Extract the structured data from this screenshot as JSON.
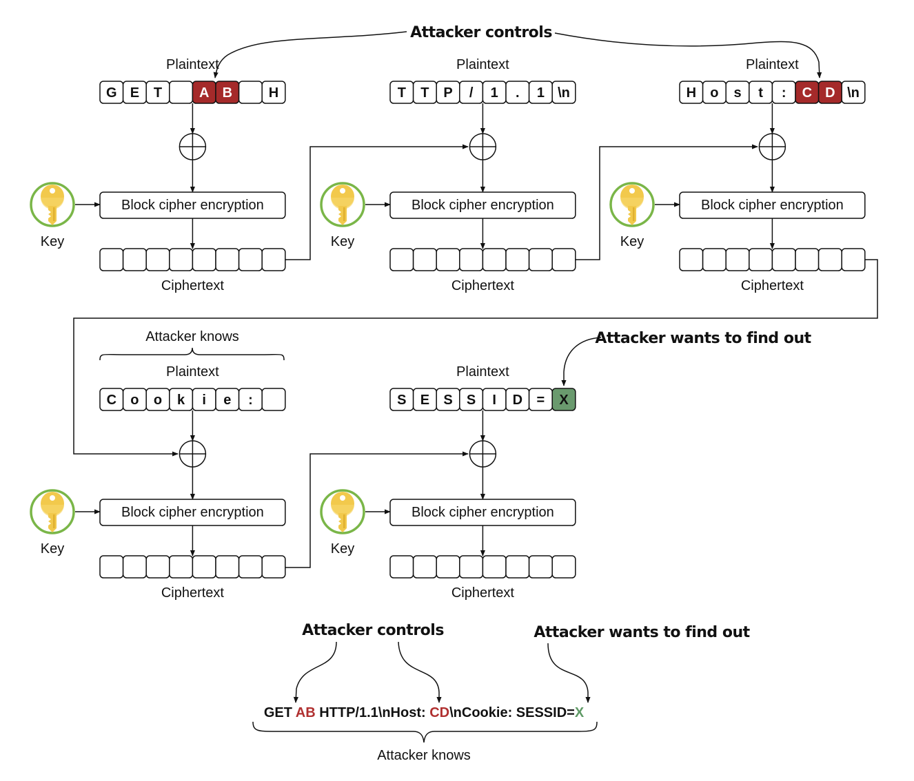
{
  "colors": {
    "controlled_fill": "#a52a2a",
    "controlled_text": "#ffffff",
    "unknown_fill": "#6a9a6e",
    "unknown_text": "#111111",
    "cell_fill": "#ffffff",
    "stroke": "#111111",
    "key_gold": "#f2c94c",
    "key_ring": "#7ab648",
    "request_red": "#b03030",
    "request_green": "#5f9a66"
  },
  "labels": {
    "plaintext": "Plaintext",
    "ciphertext": "Ciphertext",
    "block_cipher": "Block cipher encryption",
    "key": "Key",
    "attacker_controls": "Attacker controls",
    "attacker_wants": "Attacker wants to find out",
    "attacker_knows": "Attacker knows"
  },
  "blocks": [
    {
      "id": "block-1",
      "plaintext": [
        "G",
        "E",
        "T",
        "",
        "A",
        "B",
        "",
        "H"
      ],
      "states": [
        "n",
        "n",
        "n",
        "n",
        "c",
        "c",
        "n",
        "n"
      ]
    },
    {
      "id": "block-2",
      "plaintext": [
        "T",
        "T",
        "P",
        "/",
        "1",
        ".",
        "1",
        "\\n"
      ],
      "states": [
        "n",
        "n",
        "n",
        "n",
        "n",
        "n",
        "n",
        "n"
      ]
    },
    {
      "id": "block-3",
      "plaintext": [
        "H",
        "o",
        "s",
        "t",
        ":",
        "C",
        "D",
        "\\n"
      ],
      "states": [
        "n",
        "n",
        "n",
        "n",
        "n",
        "c",
        "c",
        "n"
      ]
    },
    {
      "id": "block-4",
      "plaintext": [
        "C",
        "o",
        "o",
        "k",
        "i",
        "e",
        ":",
        ""
      ],
      "states": [
        "n",
        "n",
        "n",
        "n",
        "n",
        "n",
        "n",
        "n"
      ],
      "attacker_knows": true
    },
    {
      "id": "block-5",
      "plaintext": [
        "S",
        "E",
        "S",
        "S",
        "I",
        "D",
        "=",
        "X"
      ],
      "states": [
        "n",
        "n",
        "n",
        "n",
        "n",
        "n",
        "n",
        "u"
      ]
    }
  ],
  "request": {
    "segments": [
      {
        "text": "GET ",
        "role": "normal"
      },
      {
        "text": "AB",
        "role": "controlled"
      },
      {
        "text": " HTTP/1.1\\nHost: ",
        "role": "normal"
      },
      {
        "text": "CD",
        "role": "controlled"
      },
      {
        "text": "\\nCookie: SESSID=",
        "role": "normal"
      },
      {
        "text": "X",
        "role": "unknown"
      }
    ]
  }
}
